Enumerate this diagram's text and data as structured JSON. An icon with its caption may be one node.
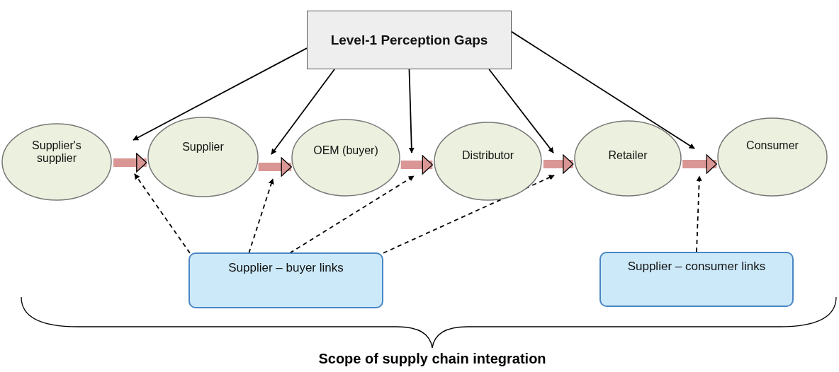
{
  "diagram": {
    "nodes": [
      {
        "text": [
          "Level-1 Perception Gaps"
        ]
      },
      {
        "text": [
          "Supplier's supplier"
        ]
      },
      {
        "text": [
          "Supplier"
        ]
      },
      {
        "text": [
          "OEM (buyer)"
        ]
      },
      {
        "text": [
          "Distributor"
        ]
      },
      {
        "text": [
          "Retailer"
        ]
      },
      {
        "text": [
          "Consumer"
        ]
      },
      {
        "text": [
          "Supplier – buyer links"
        ]
      },
      {
        "text": [
          "Supplier – consumer links"
        ]
      }
    ],
    "edges": [
      {
        "from": 1,
        "to": 2,
        "arrow": "to",
        "style": "thick",
        "color": "#d99694"
      },
      {
        "from": 2,
        "to": 3,
        "arrow": "to",
        "style": "thick",
        "color": "#d99694"
      },
      {
        "from": 3,
        "to": 4,
        "arrow": "to",
        "style": "thick",
        "color": "#d99694"
      },
      {
        "from": 4,
        "to": 5,
        "arrow": "to",
        "style": "thick",
        "color": "#d99694"
      },
      {
        "from": 5,
        "to": 6,
        "arrow": "to",
        "style": "thick",
        "color": "#d99694"
      },
      {
        "from": 0,
        "to": 2,
        "arrow": "to"
      },
      {
        "from": 0,
        "to": 2,
        "arrow": "to"
      },
      {
        "from": 0,
        "to": 3,
        "arrow": "to"
      },
      {
        "from": 0,
        "to": 4,
        "arrow": "to"
      },
      {
        "from": 0,
        "to": 5,
        "arrow": "to"
      },
      {
        "from": 7,
        "to": 2,
        "arrow": "to",
        "style": "dashed"
      },
      {
        "from": 7,
        "to": 2,
        "arrow": "to",
        "style": "dashed"
      },
      {
        "from": 7,
        "to": 3,
        "arrow": "to",
        "style": "dashed"
      },
      {
        "from": 7,
        "to": 4,
        "arrow": "to",
        "style": "dashed"
      },
      {
        "from": 8,
        "to": 5,
        "arrow": "to",
        "style": "dashed"
      }
    ],
    "labels": [
      "Scope of supply chain integration"
    ]
  }
}
